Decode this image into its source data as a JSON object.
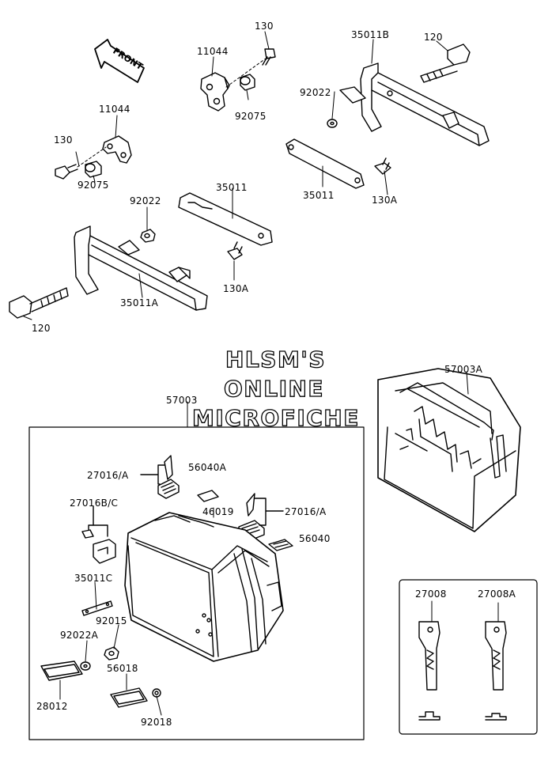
{
  "watermark": [
    "HLSM'S",
    "ONLINE",
    "MICROFICHE"
  ],
  "front_label": "FRONT",
  "labels": {
    "p130_top": "130",
    "p11044_top": "11044",
    "p92075_top": "92075",
    "p35011B": "35011B",
    "p120_top": "120",
    "p92022_top": "92022",
    "p11044_left": "11044",
    "p130_left": "130",
    "p92075_left": "92075",
    "p92022_mid": "92022",
    "p35011_mid": "35011",
    "p35011_right": "35011",
    "p130A_right": "130A",
    "p130A_mid": "130A",
    "p35011A": "35011A",
    "p120_bottom": "120",
    "p57003": "57003",
    "p57003A": "57003A",
    "p27016A_1": "27016/A",
    "p56040A": "56040A",
    "p27016BC": "27016B/C",
    "p46019": "46019",
    "p27016A_2": "27016/A",
    "p56040": "56040",
    "p35011C": "35011C",
    "p92015": "92015",
    "p92022A": "92022A",
    "p56018": "56018",
    "p28012": "28012",
    "p92018": "92018",
    "p27008": "27008",
    "p27008A": "27008A"
  }
}
